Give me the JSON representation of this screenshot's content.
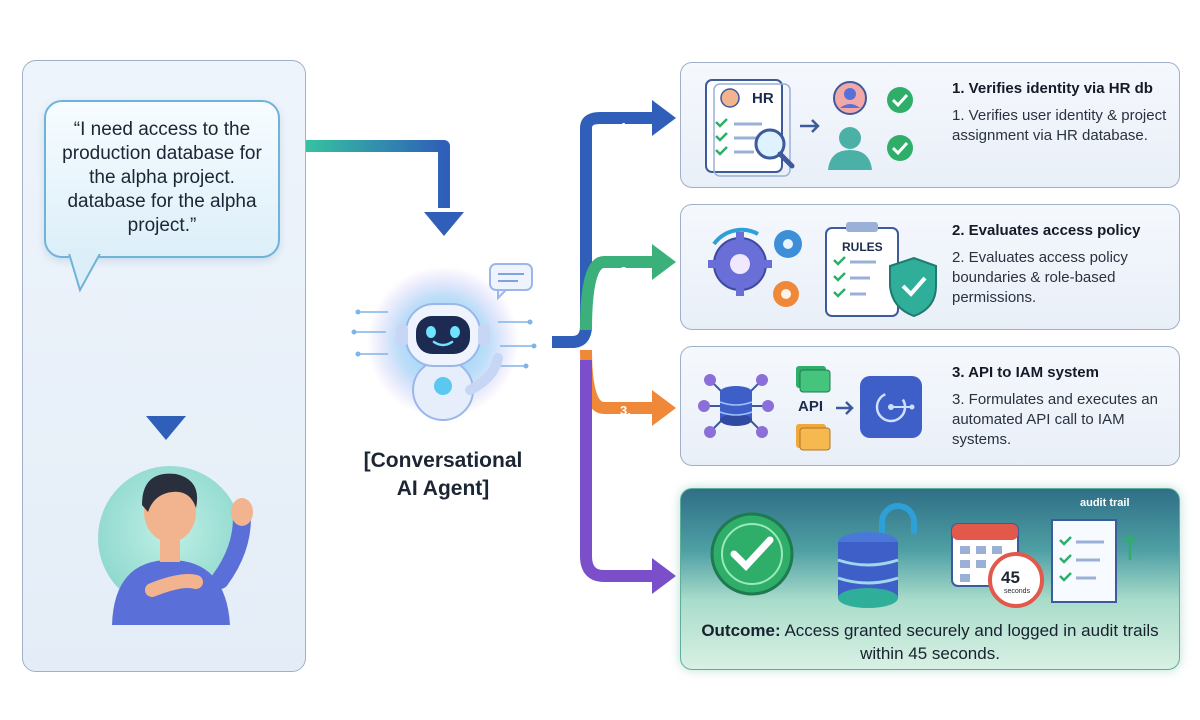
{
  "request": {
    "quote": "“I need access to the production database for the alpha project. database for the alpha project.”"
  },
  "agent": {
    "label_line1": "[Conversational",
    "label_line2": "AI Agent]"
  },
  "steps": [
    {
      "number": "1.",
      "title": "1. Verifies identity via HR db",
      "description": "1. Verifies user identity & project assignment via HR database.",
      "icon_text": "HR"
    },
    {
      "number": "2.",
      "title": "2. Evaluates access policy",
      "description": "2. Evaluates access policy boundaries & role-based permissions.",
      "icon_text": "RULES"
    },
    {
      "number": "3.",
      "title": "3. API to IAM system",
      "description": "3. Formulates and executes an automated API call to IAM systems.",
      "icon_text": "API"
    }
  ],
  "outcome": {
    "label": "Outcome:",
    "text": " Access granted securely and logged in audit trails within 45 seconds.",
    "audit_label": "audit trail",
    "timer_value": "45",
    "timer_unit": "seconds"
  },
  "colors": {
    "step1_arrow": "#2f5fb8",
    "step2_arrow": "#3bb07a",
    "step3_arrow": "#f0883a",
    "outcome_arrow": "#7b4fc9",
    "check_green": "#2fae6a"
  }
}
